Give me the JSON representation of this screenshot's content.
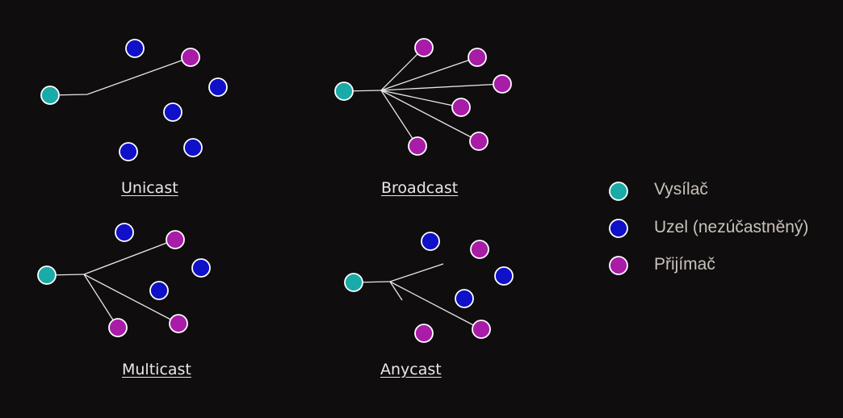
{
  "colors": {
    "background": "#0f0d0d",
    "sender": "#1aaaa8",
    "idle_node": "#1010c8",
    "receiver": "#a81ca8",
    "node_stroke": "#ffffff",
    "edge": "#e8e8e8"
  },
  "panels": [
    {
      "id": "unicast",
      "caption": "Unicast"
    },
    {
      "id": "broadcast",
      "caption": "Broadcast"
    },
    {
      "id": "multicast",
      "caption": "Multicast"
    },
    {
      "id": "anycast",
      "caption": "Anycast"
    }
  ],
  "legend": [
    {
      "role": "sender",
      "label": "Vysílač"
    },
    {
      "role": "idle_node",
      "label": "Uzel (nezúčastněný)"
    },
    {
      "role": "receiver",
      "label": "Přijímač"
    }
  ]
}
